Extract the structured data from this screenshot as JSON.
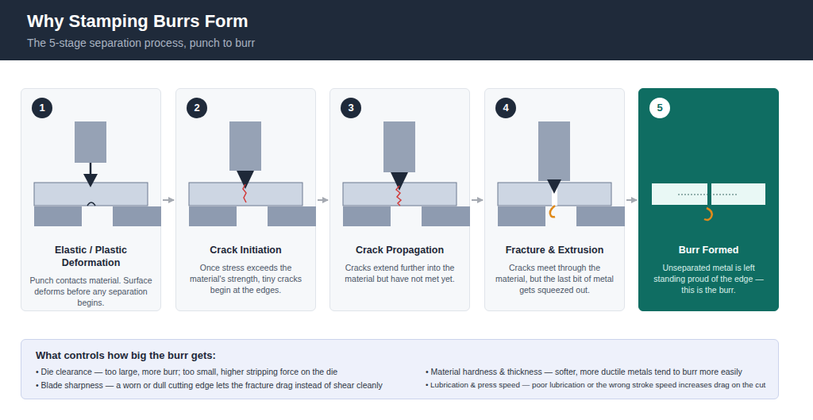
{
  "diagram": {
    "title": "Why Stamping Burrs Form",
    "nodes": [
      {
        "text": [
          "Elastic / Plastic Deformation",
          "Punch contacts material. Surface deforms before any separation begins."
        ]
      },
      {
        "text": [
          "1"
        ],
        "in": 0
      },
      {
        "text": [
          "Crack Initiation",
          "Once stress exceeds the material's strength, tiny cracks begin at the edges."
        ]
      },
      {
        "text": [
          "2"
        ],
        "in": 2
      },
      {
        "text": [
          "Crack Propagation",
          "Cracks extend further into the material but have not met yet."
        ]
      },
      {
        "text": [
          "3"
        ],
        "in": 4
      },
      {
        "text": [
          "Fracture & Extrusion",
          "Cracks meet through the material, but the last bit of metal gets squeezed out."
        ]
      },
      {
        "text": [
          "4"
        ],
        "in": 6
      },
      {
        "text": [
          "Burr Formed",
          "Unseparated metal is left standing proud of the edge — this is the burr."
        ]
      },
      {
        "text": [
          "5"
        ],
        "in": 8
      },
      {
        "text": [
          "What controls how big the burr gets:",
          "• Die clearance — too large, more burr; too small, higher stripping force on the die",
          "• Blade sharpness — a worn or dull cutting edge lets the fracture drag instead of shear cleanly",
          "• Material hardness & thickness — softer, more ductile metals tend to burr more easily",
          "• Lubrication & press speed — poor lubrication or the wrong stroke speed increases drag on the cut"
        ]
      }
    ],
    "edges": [
      {
        "from": 0,
        "to": 2,
        "arrow": "to"
      },
      {
        "from": 2,
        "to": 4,
        "arrow": "to"
      },
      {
        "from": 4,
        "to": 6,
        "arrow": "to"
      },
      {
        "from": 6,
        "to": 8,
        "arrow": "to"
      }
    ],
    "labels": [
      "The 5-stage separation process, punch to burr"
    ]
  }
}
